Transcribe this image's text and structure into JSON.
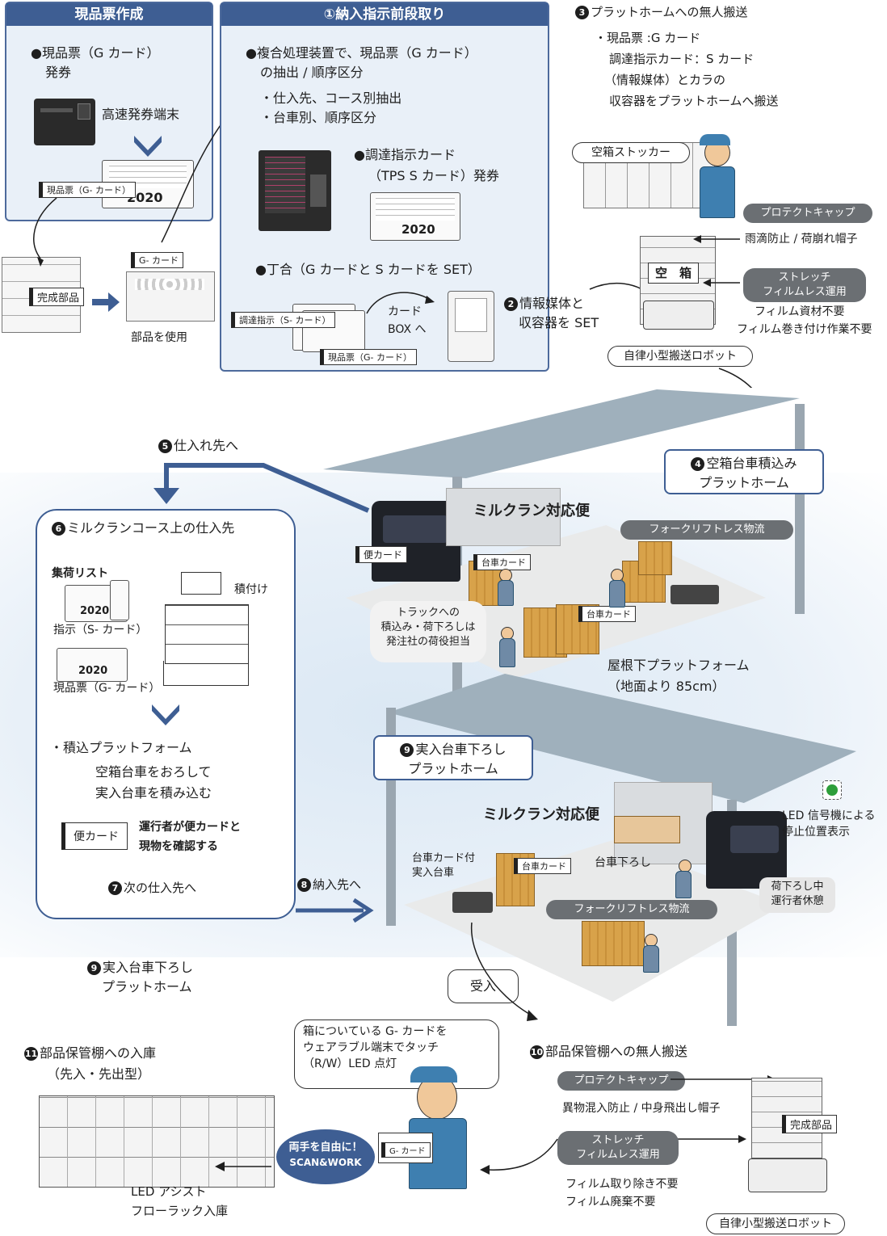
{
  "panel_genpin": {
    "title": "現品票作成",
    "bullet": "●現品票（G カード）",
    "bullet2": "発券",
    "terminal": "高速発券端末",
    "card_label": "現品票（G- カード）",
    "year": "2020"
  },
  "left_parts": {
    "kansei": "完成部品",
    "use": "部品を使用",
    "gcard": "G- カード"
  },
  "panel_step1": {
    "title": "①納入指示前段取り",
    "line1": "●複合処理装置で、現品票（G カード）",
    "line2": "の抽出 / 順序区分",
    "sub1": "・仕入先、コース別抽出",
    "sub2": "・台車別、順序区分",
    "tps1": "●調達指示カード",
    "tps2": "（TPS S カード）発券",
    "set": "●丁合（G カードと S カードを SET）",
    "scard": "調達指示（S- カード）",
    "gcard": "現品票（G- カード）",
    "cardbox1": "カード",
    "cardbox2": "BOX へ",
    "year": "2020"
  },
  "step2": {
    "num": "2",
    "line1": "情報媒体と",
    "line2": "収容器を SET"
  },
  "step3": {
    "num": "3",
    "title": "プラットホームへの無人搬送",
    "l1": "・現品票 :G カード",
    "l2": "調達指示カード：S カード",
    "l3": "（情報媒体）とカラの",
    "l4": "収容器をプラットホームへ搬送",
    "stocker": "空箱ストッカー",
    "protect": "プロテクトキャップ",
    "protect_desc": "雨滴防止 / 荷崩れ帽子",
    "stretch1": "ストレッチ",
    "stretch2": "フィルムレス運用",
    "film1": "フィルム資材不要",
    "film2": "フィルム巻き付け作業不要",
    "robot": "自律小型搬送ロボット",
    "karabako": "空　箱"
  },
  "step4": {
    "num": "4",
    "l1": "空箱台車積込み",
    "l2": "プラットホーム"
  },
  "step5": {
    "num": "5",
    "label": "仕入れ先へ"
  },
  "platform1": {
    "title": "ミルクラン対応便",
    "forklift": "フォークリフトレス物流",
    "bincard": "便カード",
    "daisha": "台車カード",
    "bubble1": "トラックへの",
    "bubble2": "積込み・荷下ろしは",
    "bubble3": "発注社の荷役担当",
    "roof1": "屋根下プラットフォーム",
    "roof2": "（地面より 85cm）"
  },
  "panel6": {
    "num": "6",
    "title": "ミルクランコース上の仕入先",
    "list": "集荷リスト",
    "tsumi": "積付け",
    "shiji": "指示（S- カード）",
    "genpin": "現品票（G- カード）",
    "plat": "・積込プラットフォーム",
    "plat2": "空箱台車をおろして",
    "plat3": "実入台車を積み込む",
    "bincard": "便カード",
    "check1": "運行者が便カードと",
    "check2": "現物を確認する",
    "next_num": "7",
    "next": "次の仕入先へ",
    "year": "2020"
  },
  "step8": {
    "num": "8",
    "label": "納入先へ"
  },
  "step9": {
    "num": "9",
    "l1": "実入台車下ろし",
    "l2": "プラットホーム"
  },
  "platform2": {
    "title": "ミルクラン対応便",
    "led1": "LED 信号機による",
    "led2": "停止位置表示",
    "daisha_tsuki1": "台車カード付",
    "daisha_tsuki2": "実入台車",
    "daisha": "台車カード",
    "orosi": "台車下ろし",
    "forklift": "フォークリフトレス物流",
    "rest1": "荷下ろし中",
    "rest2": "運行者休憩"
  },
  "step9b": {
    "num": "9",
    "l1": "実入台車下ろし",
    "l2": "プラットホーム"
  },
  "ukeire": "受入",
  "step10": {
    "num": "10",
    "title": "部品保管棚への無人搬送",
    "protect": "プロテクトキャップ",
    "protect_desc": "異物混入防止 / 中身飛出し帽子",
    "stretch1": "ストレッチ",
    "stretch2": "フィルムレス運用",
    "film1": "フィルム取り除き不要",
    "film2": "フィルム廃棄不要",
    "kansei": "完成部品",
    "robot": "自律小型搬送ロボット"
  },
  "step11": {
    "num": "11",
    "title": "部品保管棚への入庫",
    "sub": "（先入・先出型）",
    "led1": "LED アシスト",
    "led2": "フローラック入庫"
  },
  "worker": {
    "bubble1": "箱についている G- カードを",
    "bubble2": "ウェアラブル端末でタッチ",
    "bubble3": "（R/W）LED 点灯",
    "free1": "両手を自由に！",
    "free2": "SCAN&WORK",
    "gcard": "G- カード"
  },
  "colors": {
    "navy": "#3e5e93",
    "grey_pill": "#6b6f73",
    "bg_tint": "#e9f0f8",
    "arrow": "#3e5e93"
  }
}
